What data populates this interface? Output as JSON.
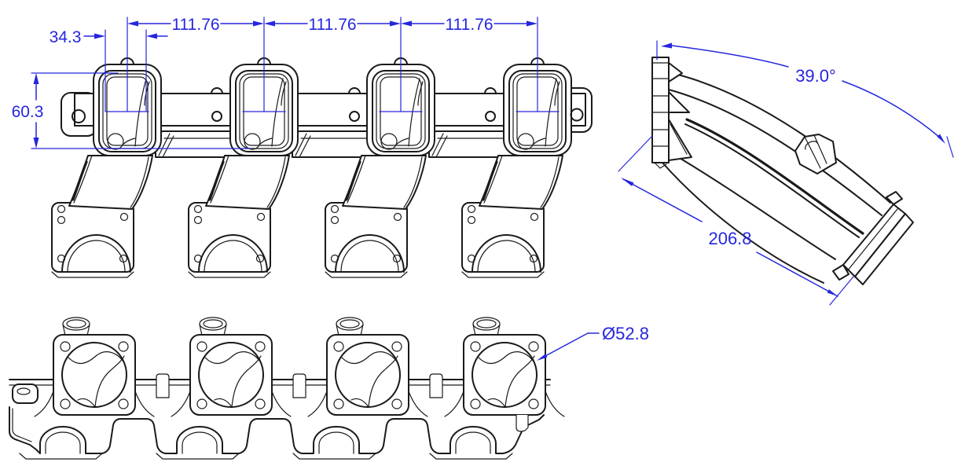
{
  "colors": {
    "background": "#ffffff",
    "line": "#1a1a1a",
    "dimension": "#2626de"
  },
  "views": {
    "front": {
      "dimensions": {
        "port_pitch_1": "111.76",
        "port_pitch_2": "111.76",
        "port_pitch_3": "111.76",
        "port_offset": "34.3",
        "port_height": "60.3"
      }
    },
    "side": {
      "dimensions": {
        "plenum_angle": "39.0°",
        "runner_length": "206.8"
      }
    },
    "bottom": {
      "dimensions": {
        "bore_diameter": "Ø52.8"
      }
    }
  }
}
